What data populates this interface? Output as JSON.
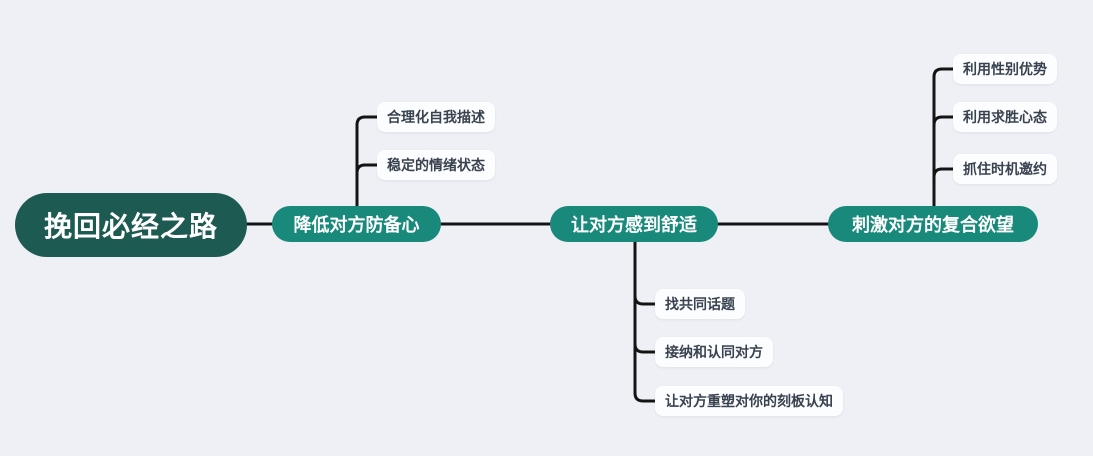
{
  "colors": {
    "background": "#eef0f5",
    "root_node_bg": "#1d5a52",
    "branch_node_bg": "#18897a",
    "node_text": "#ffffff",
    "leaf_bg": "#fcfdff",
    "leaf_text": "#39424f",
    "connector_line": "#141414"
  },
  "mindmap": {
    "root": {
      "label": "挽回必经之路"
    },
    "branches": [
      {
        "label": "降低对方防备心",
        "children_side": "top",
        "children": [
          "合理化自我描述",
          "稳定的情绪状态"
        ]
      },
      {
        "label": "让对方感到舒适",
        "children_side": "bottom",
        "children": [
          "找共同话题",
          "接纳和认同对方",
          "让对方重塑对你的刻板认知"
        ]
      },
      {
        "label": "刺激对方的复合欲望",
        "children_side": "top",
        "children": [
          "利用性别优势",
          "利用求胜心态",
          "抓住时机邀约"
        ]
      }
    ]
  }
}
